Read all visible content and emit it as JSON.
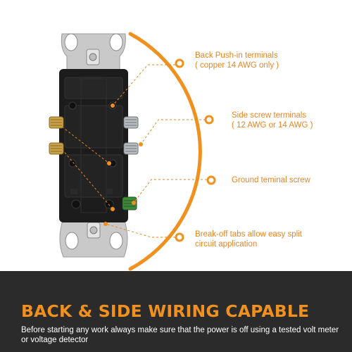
{
  "callouts": [
    {
      "line1": "Back Push-in terminals",
      "line2": "( copper 14 AWG only )"
    },
    {
      "line1": "Side screw terminals",
      "line2": "( 12 AWG or 14 AWG )"
    },
    {
      "line1": "Ground teminal screw",
      "line2": ""
    },
    {
      "line1": "Break-off tabs allow easy split",
      "line2": "circuit application"
    }
  ],
  "banner": {
    "headline": "BACK & SIDE WIRING CAPABLE",
    "note": "Before starting any work always make sure that the power is off using a tested volt meter or voltage detector"
  },
  "colors": {
    "accent": "#f0901e",
    "footer_background": "#2b2b2b",
    "device_body": "#1c1c1c",
    "mounting_strap": "#c9c9c9"
  }
}
